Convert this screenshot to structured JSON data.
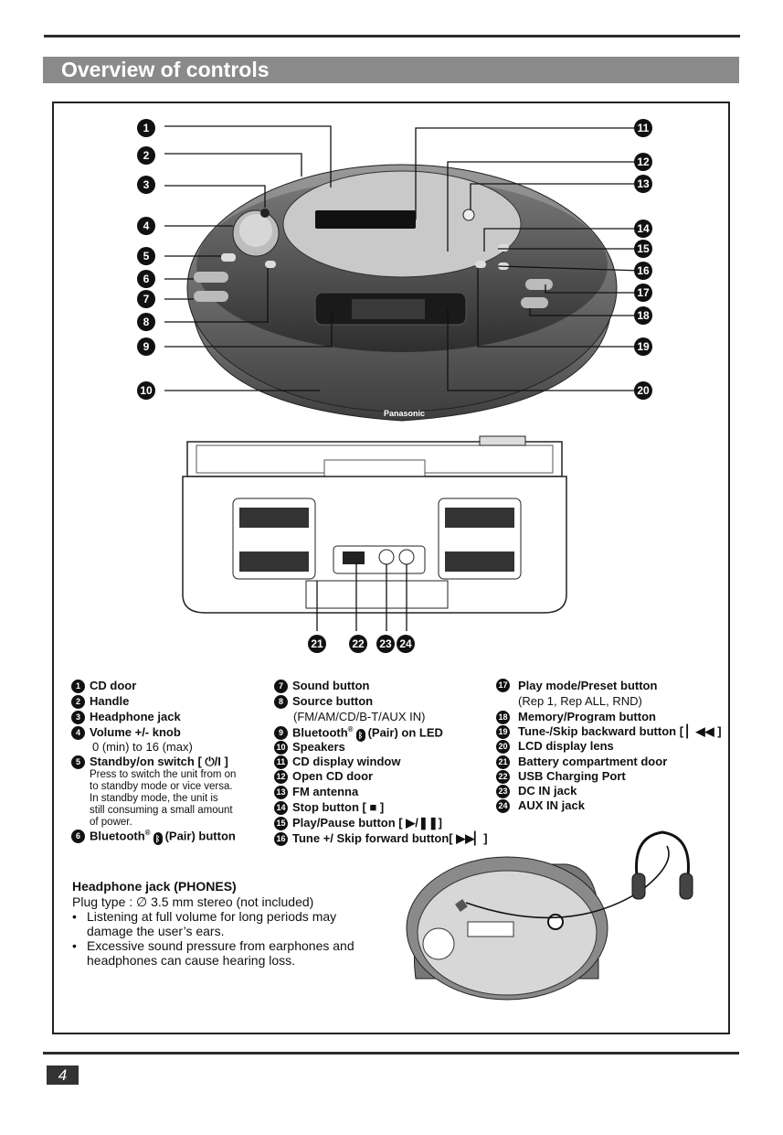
{
  "title": "Overview of controls",
  "page_number": "4",
  "brand": "Panasonic",
  "callouts": [
    "1",
    "2",
    "3",
    "4",
    "5",
    "6",
    "7",
    "8",
    "9",
    "10",
    "11",
    "12",
    "13",
    "14",
    "15",
    "16",
    "17",
    "18",
    "19",
    "20",
    "21",
    "22",
    "23",
    "24"
  ],
  "legend": {
    "col1": [
      {
        "n": "1",
        "label": "CD door"
      },
      {
        "n": "2",
        "label": "Handle"
      },
      {
        "n": "3",
        "label": "Headphone jack"
      },
      {
        "n": "4",
        "label": "Volume +/- knob",
        "note": "0 (min) to 16 (max)"
      },
      {
        "n": "5",
        "label": "Standby/on switch [ ⏻/I ]",
        "note_lines": [
          "Press to switch the unit from on",
          "to standby mode or vice versa.",
          "In standby mode, the unit is",
          "still consuming a small amount",
          "of power."
        ]
      },
      {
        "n": "6",
        "label_a": "Bluetooth",
        "reg": "®",
        "label_b": "(Pair) button"
      }
    ],
    "col2": [
      {
        "n": "7",
        "label": "Sound button"
      },
      {
        "n": "8",
        "label": "Source button",
        "note": "(FM/AM/CD/B-T/AUX IN)"
      },
      {
        "n": "9",
        "label_a": "Bluetooth",
        "reg": "®",
        "label_b": "(Pair) on LED"
      },
      {
        "n": "10",
        "label": "Speakers"
      },
      {
        "n": "11",
        "label": "CD display window"
      },
      {
        "n": "12",
        "label": "Open CD door"
      },
      {
        "n": "13",
        "label": "FM antenna"
      },
      {
        "n": "14",
        "label": "Stop button [ ■ ]"
      },
      {
        "n": "15",
        "label": "Play/Pause button [ ▶/❚❚]"
      },
      {
        "n": "16",
        "label": "Tune +/ Skip forward button[ ▶▶▏]"
      }
    ],
    "col3": [
      {
        "n": "17",
        "label": "Play mode/Preset button",
        "note": "(Rep 1, Rep ALL, RND)"
      },
      {
        "n": "18",
        "label": "Memory/Program button"
      },
      {
        "n": "19",
        "label": "Tune-/Skip backward button [ ▏◀◀ ]"
      },
      {
        "n": "20",
        "label": "LCD display lens"
      },
      {
        "n": "21",
        "label": "Battery compartment door"
      },
      {
        "n": "22",
        "label": "USB Charging Port"
      },
      {
        "n": "23",
        "label": "DC IN jack"
      },
      {
        "n": "24",
        "label": "AUX IN jack"
      }
    ]
  },
  "headphone": {
    "title": "Headphone jack (PHONES)",
    "plug": "Plug type : ∅ 3.5 mm stereo (not included)",
    "bullet1_l1": "Listening at full volume for long periods may",
    "bullet1_l2": "damage the user’s ears.",
    "bullet2_l1": "Excessive sound pressure from earphones and",
    "bullet2_l2": "headphones can cause hearing loss."
  }
}
